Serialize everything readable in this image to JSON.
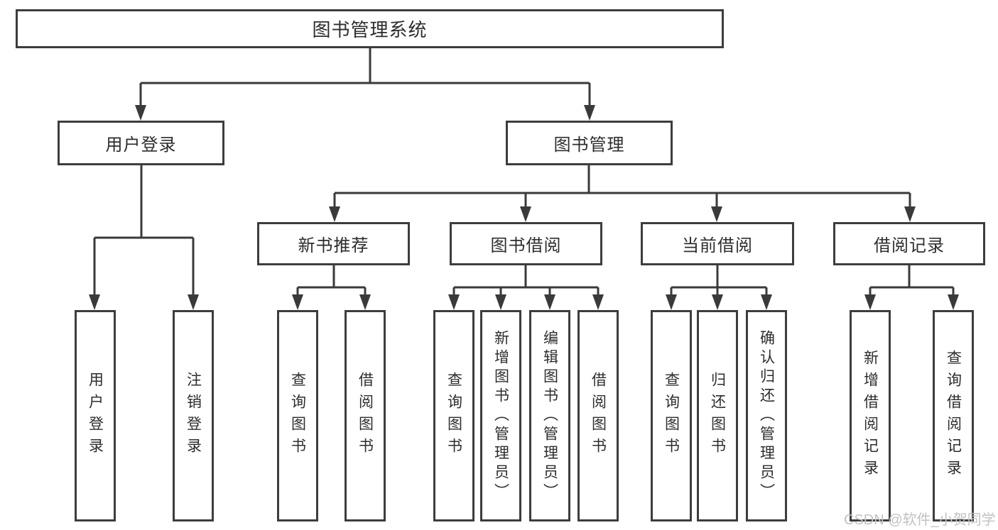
{
  "colors": {
    "line": "#3a3a3a",
    "border": "#3d3d3d",
    "text": "#2d2d2d",
    "watermark": "#c2c2c2",
    "background": "#ffffff"
  },
  "watermark": {
    "text": "CSDN @软件_小贺同学"
  },
  "tree": {
    "root": "图书管理系统",
    "branches": [
      {
        "label": "用户登录",
        "leaves": [
          "用户登录",
          "注销登录"
        ]
      },
      {
        "label": "图书管理",
        "sections": [
          {
            "label": "新书推荐",
            "leaves": [
              "查询图书",
              "借阅图书"
            ]
          },
          {
            "label": "图书借阅",
            "leaves": [
              "查询图书",
              "新增图书（管理员）",
              "编辑图书（管理员）",
              "借阅图书"
            ]
          },
          {
            "label": "当前借阅",
            "leaves": [
              "查询图书",
              "归还图书",
              "确认归还（管理员）"
            ]
          },
          {
            "label": "借阅记录",
            "leaves": [
              "新增借阅记录",
              "查询借阅记录"
            ]
          }
        ]
      }
    ]
  }
}
